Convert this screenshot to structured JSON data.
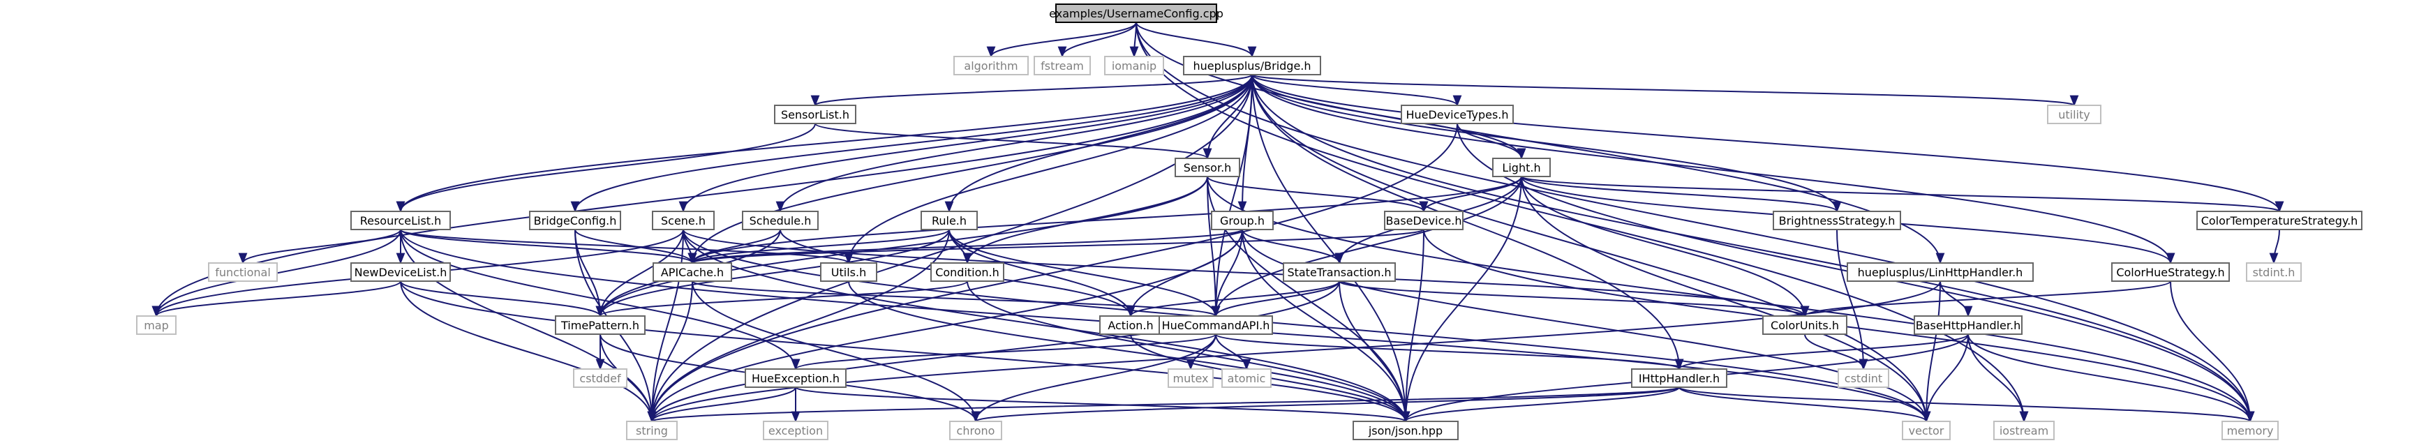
{
  "colors": {
    "edge": "#191970",
    "root_fill": "#bfbfbf",
    "node_border": "#666666",
    "external_border": "#bfbfbf",
    "external_text": "#7f7f7f"
  },
  "nodes": [
    {
      "id": "root",
      "label": "examples/UsernameConfig.cpp",
      "kind": "root"
    },
    {
      "id": "algorithm",
      "label": "algorithm",
      "kind": "external"
    },
    {
      "id": "fstream",
      "label": "fstream",
      "kind": "external"
    },
    {
      "id": "iomanip",
      "label": "iomanip",
      "kind": "external"
    },
    {
      "id": "bridge",
      "label": "hueplusplus/Bridge.h",
      "kind": "header"
    },
    {
      "id": "sensorlist",
      "label": "SensorList.h",
      "kind": "header"
    },
    {
      "id": "huedevicetypes",
      "label": "HueDeviceTypes.h",
      "kind": "header"
    },
    {
      "id": "utility",
      "label": "utility",
      "kind": "external"
    },
    {
      "id": "sensor",
      "label": "Sensor.h",
      "kind": "header"
    },
    {
      "id": "light",
      "label": "Light.h",
      "kind": "header"
    },
    {
      "id": "resourcelist",
      "label": "ResourceList.h",
      "kind": "header"
    },
    {
      "id": "bridgeconfig",
      "label": "BridgeConfig.h",
      "kind": "header"
    },
    {
      "id": "scene",
      "label": "Scene.h",
      "kind": "header"
    },
    {
      "id": "schedule",
      "label": "Schedule.h",
      "kind": "header"
    },
    {
      "id": "rule",
      "label": "Rule.h",
      "kind": "header"
    },
    {
      "id": "group",
      "label": "Group.h",
      "kind": "header"
    },
    {
      "id": "basedevice",
      "label": "BaseDevice.h",
      "kind": "header"
    },
    {
      "id": "brightness",
      "label": "BrightnessStrategy.h",
      "kind": "header"
    },
    {
      "id": "colortemp",
      "label": "ColorTemperatureStrategy.h",
      "kind": "header"
    },
    {
      "id": "functional",
      "label": "functional",
      "kind": "external"
    },
    {
      "id": "newdevicelist",
      "label": "NewDeviceList.h",
      "kind": "header"
    },
    {
      "id": "apicache",
      "label": "APICache.h",
      "kind": "header"
    },
    {
      "id": "utils",
      "label": "Utils.h",
      "kind": "header"
    },
    {
      "id": "condition",
      "label": "Condition.h",
      "kind": "header"
    },
    {
      "id": "statetransaction",
      "label": "StateTransaction.h",
      "kind": "header"
    },
    {
      "id": "linhttp",
      "label": "hueplusplus/LinHttpHandler.h",
      "kind": "header"
    },
    {
      "id": "colorhue",
      "label": "ColorHueStrategy.h",
      "kind": "header"
    },
    {
      "id": "stdint",
      "label": "stdint.h",
      "kind": "external"
    },
    {
      "id": "map",
      "label": "map",
      "kind": "external"
    },
    {
      "id": "timepattern",
      "label": "TimePattern.h",
      "kind": "header"
    },
    {
      "id": "action",
      "label": "Action.h",
      "kind": "header"
    },
    {
      "id": "huecommandapi",
      "label": "HueCommandAPI.h",
      "kind": "header"
    },
    {
      "id": "colorunits",
      "label": "ColorUnits.h",
      "kind": "header"
    },
    {
      "id": "basehttp",
      "label": "BaseHttpHandler.h",
      "kind": "header"
    },
    {
      "id": "cstddef",
      "label": "cstddef",
      "kind": "external"
    },
    {
      "id": "mutex",
      "label": "mutex",
      "kind": "external"
    },
    {
      "id": "atomic",
      "label": "atomic",
      "kind": "external"
    },
    {
      "id": "cstdint",
      "label": "cstdint",
      "kind": "external"
    },
    {
      "id": "hueexception",
      "label": "HueException.h",
      "kind": "header"
    },
    {
      "id": "ihttp",
      "label": "IHttpHandler.h",
      "kind": "header"
    },
    {
      "id": "exception",
      "label": "exception",
      "kind": "external"
    },
    {
      "id": "string",
      "label": "string",
      "kind": "external"
    },
    {
      "id": "chrono",
      "label": "chrono",
      "kind": "external"
    },
    {
      "id": "json",
      "label": "json/json.hpp",
      "kind": "header"
    },
    {
      "id": "vector",
      "label": "vector",
      "kind": "external"
    },
    {
      "id": "iostream",
      "label": "iostream",
      "kind": "external"
    },
    {
      "id": "memory",
      "label": "memory",
      "kind": "external"
    }
  ],
  "edges": [
    [
      "root",
      "algorithm"
    ],
    [
      "root",
      "fstream"
    ],
    [
      "root",
      "iomanip"
    ],
    [
      "root",
      "bridge"
    ],
    [
      "root",
      "iostream"
    ],
    [
      "root",
      "memory"
    ],
    [
      "root",
      "linhttp"
    ],
    [
      "bridge",
      "sensorlist"
    ],
    [
      "bridge",
      "huedevicetypes"
    ],
    [
      "bridge",
      "utility"
    ],
    [
      "bridge",
      "sensor"
    ],
    [
      "bridge",
      "light"
    ],
    [
      "bridge",
      "resourcelist"
    ],
    [
      "bridge",
      "bridgeconfig"
    ],
    [
      "bridge",
      "scene"
    ],
    [
      "bridge",
      "schedule"
    ],
    [
      "bridge",
      "rule"
    ],
    [
      "bridge",
      "group"
    ],
    [
      "bridge",
      "brightness"
    ],
    [
      "bridge",
      "colortemp"
    ],
    [
      "bridge",
      "colorhue"
    ],
    [
      "bridge",
      "apicache"
    ],
    [
      "bridge",
      "utils"
    ],
    [
      "bridge",
      "huecommandapi"
    ],
    [
      "bridge",
      "ihttp"
    ],
    [
      "bridge",
      "map"
    ],
    [
      "bridge",
      "string"
    ],
    [
      "bridge",
      "json"
    ],
    [
      "bridge",
      "vector"
    ],
    [
      "bridge",
      "memory"
    ],
    [
      "sensorlist",
      "resourcelist"
    ],
    [
      "sensorlist",
      "sensor"
    ],
    [
      "huedevicetypes",
      "light"
    ],
    [
      "huedevicetypes",
      "string"
    ],
    [
      "huedevicetypes",
      "memory"
    ],
    [
      "sensor",
      "basedevice"
    ],
    [
      "sensor",
      "condition"
    ],
    [
      "sensor",
      "timepattern"
    ],
    [
      "sensor",
      "huecommandapi"
    ],
    [
      "sensor",
      "json"
    ],
    [
      "sensor",
      "memory"
    ],
    [
      "light",
      "basedevice"
    ],
    [
      "light",
      "brightness"
    ],
    [
      "light",
      "colortemp"
    ],
    [
      "light",
      "colorhue"
    ],
    [
      "light",
      "statetransaction"
    ],
    [
      "light",
      "huecommandapi"
    ],
    [
      "light",
      "apicache"
    ],
    [
      "light",
      "colorunits"
    ],
    [
      "light",
      "json"
    ],
    [
      "light",
      "vector"
    ],
    [
      "resourcelist",
      "newdevicelist"
    ],
    [
      "resourcelist",
      "apicache"
    ],
    [
      "resourcelist",
      "functional"
    ],
    [
      "resourcelist",
      "map"
    ],
    [
      "resourcelist",
      "string"
    ],
    [
      "resourcelist",
      "vector"
    ],
    [
      "resourcelist",
      "hueexception"
    ],
    [
      "resourcelist",
      "utils"
    ],
    [
      "bridgeconfig",
      "apicache"
    ],
    [
      "bridgeconfig",
      "timepattern"
    ],
    [
      "bridgeconfig",
      "string"
    ],
    [
      "scene",
      "apicache"
    ],
    [
      "scene",
      "timepattern"
    ],
    [
      "scene",
      "colorunits"
    ],
    [
      "scene",
      "map"
    ],
    [
      "scene",
      "string"
    ],
    [
      "scene",
      "vector"
    ],
    [
      "scene",
      "json"
    ],
    [
      "schedule",
      "apicache"
    ],
    [
      "schedule",
      "timepattern"
    ],
    [
      "schedule",
      "action"
    ],
    [
      "rule",
      "apicache"
    ],
    [
      "rule",
      "condition"
    ],
    [
      "rule",
      "action"
    ],
    [
      "rule",
      "huecommandapi"
    ],
    [
      "rule",
      "timepattern"
    ],
    [
      "rule",
      "string"
    ],
    [
      "group",
      "apicache"
    ],
    [
      "group",
      "statetransaction"
    ],
    [
      "group",
      "huecommandapi"
    ],
    [
      "group",
      "action"
    ],
    [
      "group",
      "string"
    ],
    [
      "group",
      "json"
    ],
    [
      "group",
      "vector"
    ],
    [
      "basedevice",
      "apicache"
    ],
    [
      "basedevice",
      "json"
    ],
    [
      "basedevice",
      "memory"
    ],
    [
      "brightness",
      "cstdint"
    ],
    [
      "colortemp",
      "stdint"
    ],
    [
      "newdevicelist",
      "map"
    ],
    [
      "newdevicelist",
      "timepattern"
    ],
    [
      "newdevicelist",
      "string"
    ],
    [
      "newdevicelist",
      "json"
    ],
    [
      "apicache",
      "huecommandapi"
    ],
    [
      "apicache",
      "string"
    ],
    [
      "apicache",
      "chrono"
    ],
    [
      "utils",
      "json"
    ],
    [
      "condition",
      "timepattern"
    ],
    [
      "condition",
      "json"
    ],
    [
      "statetransaction",
      "action"
    ],
    [
      "statetransaction",
      "huecommandapi"
    ],
    [
      "statetransaction",
      "colorunits"
    ],
    [
      "statetransaction",
      "string"
    ],
    [
      "statetransaction",
      "json"
    ],
    [
      "linhttp",
      "basehttp"
    ],
    [
      "linhttp",
      "string"
    ],
    [
      "linhttp",
      "vector"
    ],
    [
      "colorhue",
      "colorunits"
    ],
    [
      "colorhue",
      "memory"
    ],
    [
      "timepattern",
      "cstddef"
    ],
    [
      "timepattern",
      "string"
    ],
    [
      "timepattern",
      "chrono"
    ],
    [
      "action",
      "json"
    ],
    [
      "huecommandapi",
      "hueexception"
    ],
    [
      "huecommandapi",
      "ihttp"
    ],
    [
      "huecommandapi",
      "mutex"
    ],
    [
      "huecommandapi",
      "atomic"
    ],
    [
      "huecommandapi",
      "chrono"
    ],
    [
      "colorunits",
      "cstdint"
    ],
    [
      "basehttp",
      "ihttp"
    ],
    [
      "basehttp",
      "vector"
    ],
    [
      "basehttp",
      "memory"
    ],
    [
      "basehttp",
      "iostream"
    ],
    [
      "basehttp",
      "json"
    ],
    [
      "hueexception",
      "exception"
    ],
    [
      "hueexception",
      "string"
    ],
    [
      "hueexception",
      "json"
    ],
    [
      "ihttp",
      "chrono"
    ],
    [
      "ihttp",
      "string"
    ],
    [
      "ihttp",
      "vector"
    ],
    [
      "ihttp",
      "json"
    ],
    [
      "ihttp",
      "memory"
    ]
  ]
}
